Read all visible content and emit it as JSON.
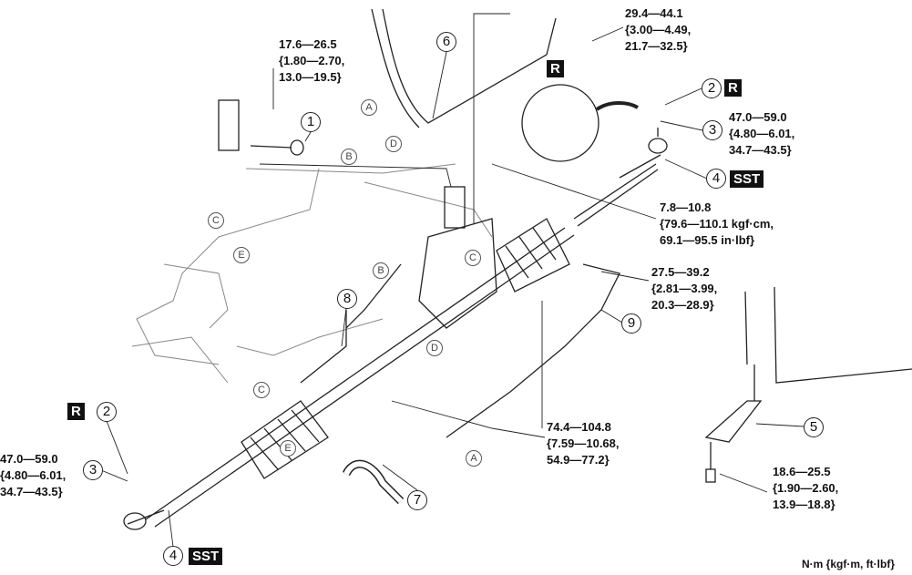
{
  "callouts": {
    "n1": "1",
    "n2": "2",
    "n3": "3",
    "n4": "4",
    "n5": "5",
    "n6": "6",
    "n7": "7",
    "n8": "8",
    "n9": "9",
    "A": "A",
    "B": "B",
    "C": "C",
    "D": "D",
    "E": "E"
  },
  "tags": {
    "replace": "R",
    "sst": "SST"
  },
  "torque": {
    "t1": "17.6—26.5\n{1.80—2.70,\n13.0—19.5}",
    "t6": "29.4—44.1\n{3.00—4.49,\n21.7—32.5}",
    "t3_right": "47.0—59.0\n{4.80—6.01,\n34.7—43.5}",
    "t_small": "7.8—10.8\n{79.6—110.1 kgf·cm,\n69.1—95.5 in·lbf}",
    "t9": "27.5—39.2\n{2.81—3.99,\n20.3—28.9}",
    "t_mount": "74.4—104.8\n{7.59—10.68,\n54.9—77.2}",
    "t5": "18.6—25.5\n{1.90—2.60,\n13.9—18.8}",
    "t3_left": "47.0—59.0\n{4.80—6.01,\n34.7—43.5}"
  },
  "units": "N·m {kgf·m, ft·lbf}"
}
